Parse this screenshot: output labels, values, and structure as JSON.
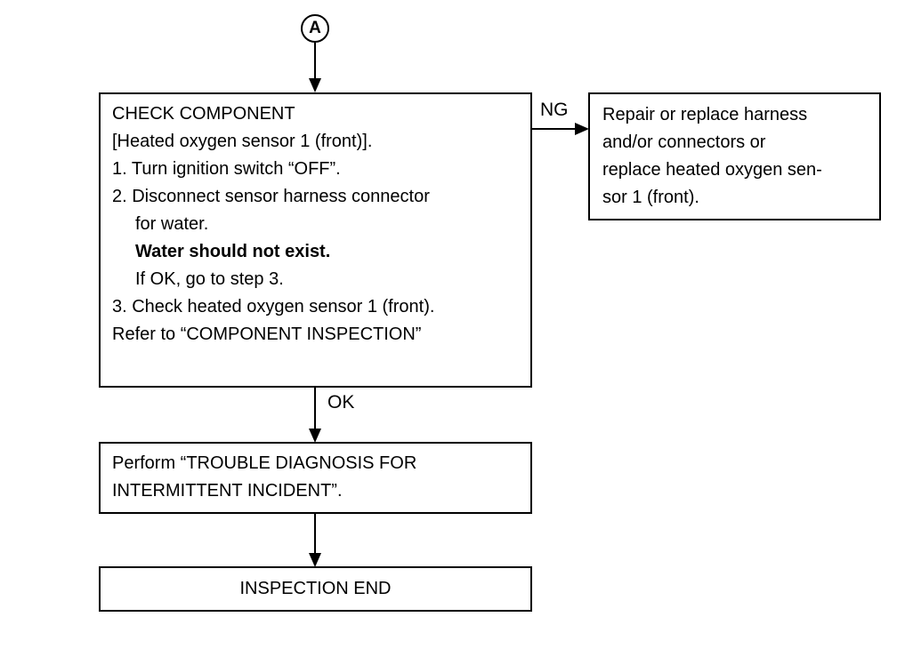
{
  "connector": {
    "label": "A"
  },
  "check_box": {
    "title": "CHECK COMPONENT",
    "subtitle": "[Heated oxygen sensor 1 (front)].",
    "step1": "1. Turn ignition switch “OFF”.",
    "step2_line1": "2. Disconnect sensor harness connector",
    "step2_line2": "for water.",
    "warning": "Water should not exist.",
    "step2_followup": "If OK, go to step 3.",
    "step3": "3. Check heated oxygen sensor 1 (front).",
    "refer": "Refer to “COMPONENT INSPECTION”"
  },
  "ng_label": "NG",
  "ok_label": "OK",
  "repair_box": {
    "line1": "Repair or replace harness",
    "line2": "and/or connectors or",
    "line3": "replace heated oxygen sen-",
    "line4": "sor 1 (front)."
  },
  "perform_box": {
    "line1": "Perform “TROUBLE DIAGNOSIS FOR",
    "line2": "INTERMITTENT INCIDENT”."
  },
  "end_box": {
    "label": "INSPECTION END"
  }
}
